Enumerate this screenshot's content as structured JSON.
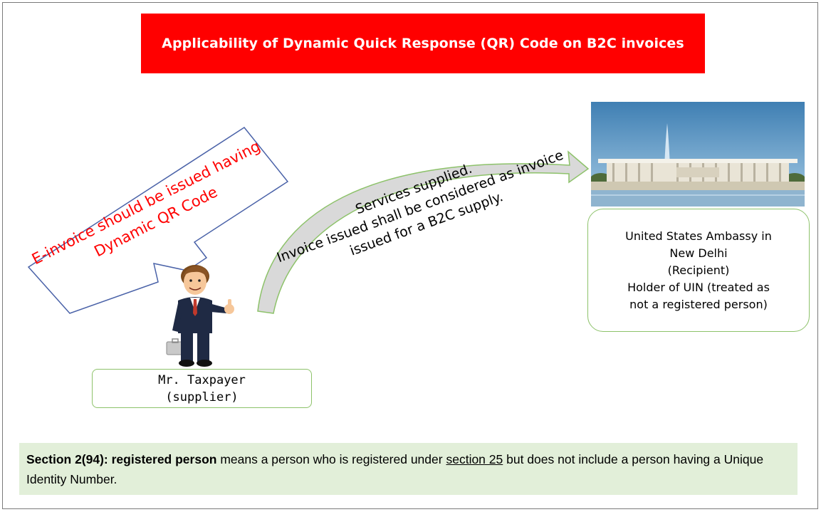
{
  "title": "Applicability of Dynamic Quick Response (QR) Code on B2C invoices",
  "callout": {
    "line1": "E-invoice should be issued having",
    "line2": "Dynamic QR Code"
  },
  "arrow_label": {
    "line1": "Services supplied.",
    "line2": "Invoice issued shall be considered as invoice",
    "line3": "issued for a B2C supply."
  },
  "supplier": {
    "name": "Mr. Taxpayer",
    "role": "(supplier)"
  },
  "recipient": {
    "line1": "United States Ambassy in",
    "line2": "New Delhi",
    "line3": "(Recipient)",
    "line4": "Holder of UIN (treated as",
    "line5": "not a registered person)"
  },
  "definition": {
    "section_ref": "Section 2(94):",
    "term": "registered person",
    "text_before_link": "means a person who is registered under",
    "link": "section 25",
    "text_after_link": "but does not include a person having a Unique Identity Number."
  },
  "colors": {
    "banner": "#ff0000",
    "callout_text": "#ff0000",
    "box_border": "#8dc26a",
    "definition_bg": "#e2efd9"
  }
}
